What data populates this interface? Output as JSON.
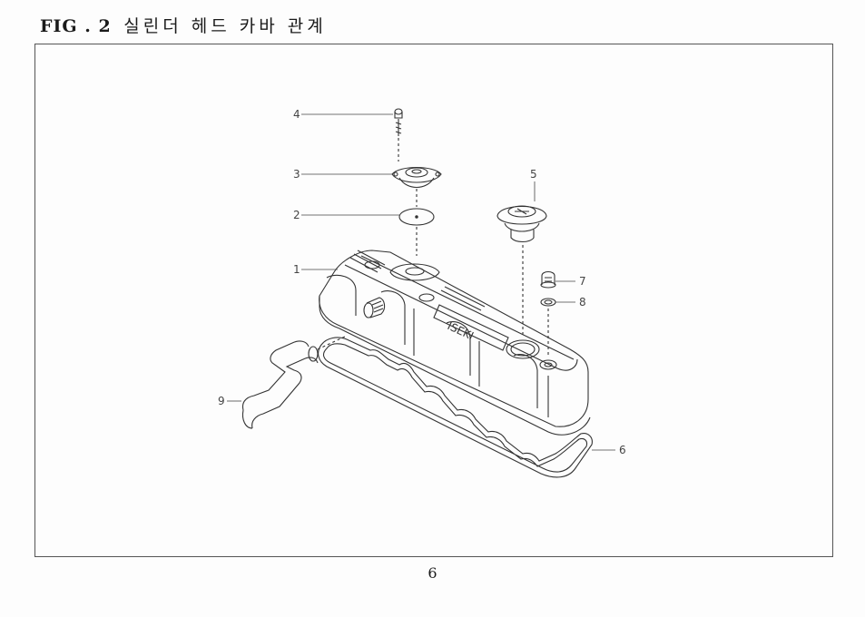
{
  "header": {
    "fig_label": "FIG . 2",
    "fig_title": "실린더 헤드 카바 관계"
  },
  "diagram": {
    "callouts": [
      "4",
      "3",
      "2",
      "1",
      "5",
      "7",
      "8",
      "9",
      "6"
    ],
    "cover_emblem": "ISEKI"
  },
  "footer": {
    "page_number": "6"
  },
  "colors": {
    "line": "#333333",
    "frame": "#555555"
  }
}
